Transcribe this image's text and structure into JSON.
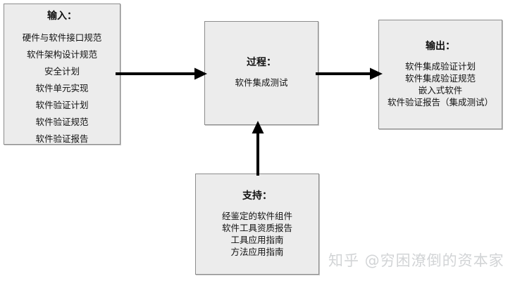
{
  "diagram": {
    "nodes": {
      "input": {
        "title": "输入：",
        "items": [
          "硬件与软件接口规范",
          "软件架构设计规范",
          "安全计划",
          "软件单元实现",
          "软件验证计划",
          "软件验证规范",
          "软件验证报告"
        ]
      },
      "process": {
        "title": "过程：",
        "items": [
          "软件集成测试"
        ]
      },
      "output": {
        "title": "输出：",
        "items": [
          "软件集成验证计划",
          "软件集成验证规范",
          "嵌入式软件",
          "软件验证报告（集成测试）"
        ]
      },
      "support": {
        "title": "支持：",
        "items": [
          "经鉴定的软件组件",
          "软件工具资质报告",
          "工具应用指南",
          "方法应用指南"
        ]
      }
    },
    "connectors": [
      {
        "name": "input-to-process",
        "from": "input",
        "to": "process",
        "direction": "right"
      },
      {
        "name": "process-to-output",
        "from": "process",
        "to": "output",
        "direction": "right"
      },
      {
        "name": "support-to-process",
        "from": "support",
        "to": "process",
        "direction": "up"
      }
    ],
    "colors": {
      "node_fill": "#ececec",
      "node_border": "#8c8c8c",
      "text": "#111111",
      "arrow": "#000000",
      "watermark": "#d2d4d6",
      "background": "#ffffff"
    }
  },
  "watermark": {
    "text": "知乎 @穷困潦倒的资本家"
  }
}
